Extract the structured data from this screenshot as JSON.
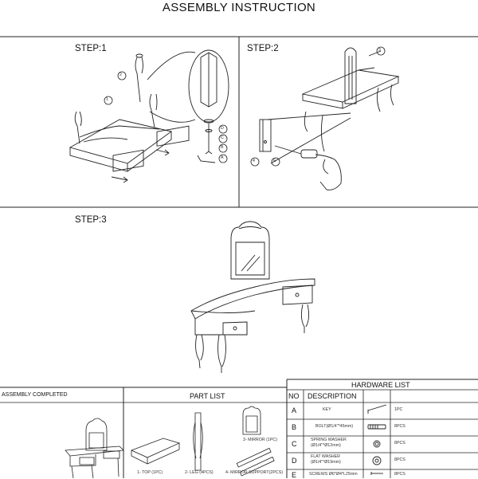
{
  "title": "ASSEMBLY INSTRUCTION",
  "steps": [
    {
      "label": "STEP:1"
    },
    {
      "label": "STEP:2"
    },
    {
      "label": "STEP:3"
    }
  ],
  "callouts": {
    "s1_1": "1",
    "s1_2": "2",
    "s1_A": "A",
    "s1_B": "B",
    "s1_C": "C",
    "s1_D": "D",
    "s2_3": "3",
    "s2_4": "4",
    "s2_E": "E"
  },
  "assembly_completed": "ASSEMBLY  COMPLETED",
  "part_list": {
    "header": "PART LIST",
    "items": [
      {
        "label": "1- TOP (1PC)"
      },
      {
        "label": "2- LEG (4PCS)"
      },
      {
        "label": "3- MIRROR (1PC)"
      },
      {
        "label": "4- MIRROR SUPPORT(2PCS)"
      }
    ]
  },
  "hardware_list": {
    "header": "HARDWARE LIST",
    "col_no": "NO",
    "col_desc": "DESCRIPTION",
    "rows": [
      {
        "no": "A",
        "desc1": "KEY",
        "desc2": "",
        "qty": "1PC"
      },
      {
        "no": "B",
        "desc1": "BOLT(Ø1/4\"*45mm)",
        "desc2": "",
        "qty": "8PCS"
      },
      {
        "no": "C",
        "desc1": "SPRING WASHER",
        "desc2": "(Ø1/4\"*Ø12mm)",
        "qty": "8PCS"
      },
      {
        "no": "D",
        "desc1": "FLAT WASHER",
        "desc2": "(Ø1/4\"*Ø19mm)",
        "qty": "8PCS"
      },
      {
        "no": "E",
        "desc1": "SCREWS Ø6*Ø4*L25mm",
        "desc2": "",
        "qty": "8PCS"
      }
    ]
  }
}
